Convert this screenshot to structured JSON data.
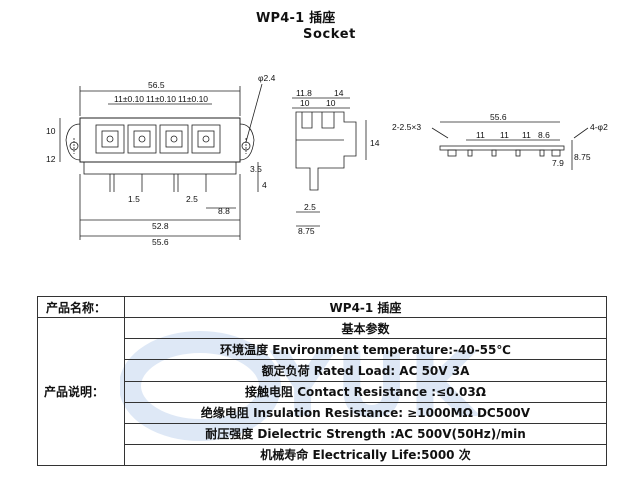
{
  "title": "WP4-1 插座",
  "subtitle": "Socket",
  "drawing": {
    "dims_front": [
      "56.5",
      "11±0.10",
      "11±0.10",
      "11±0.10",
      "10",
      "12",
      "1.5",
      "2.5",
      "8.8",
      "3.5",
      "4",
      "52.8",
      "55.6",
      "φ2.4"
    ],
    "dims_side": [
      "11.8",
      "10",
      "10",
      "14",
      "14",
      "2.5",
      "8.75"
    ],
    "dims_pcb": [
      "2-2.5×3",
      "4-φ2",
      "55.6",
      "11",
      "11",
      "11",
      "8.6",
      "7.9",
      "8.75"
    ]
  },
  "table": {
    "row1_label": "产品名称：",
    "row1_value": "WP4-1 插座",
    "section_label": "产品说明：",
    "specs": [
      "基本参数",
      "环境温度 Environment temperature:-40-55℃",
      "额定负荷 Rated Load:   AC 50V 3A",
      "接触电阻 Contact Resistance :≤0.03Ω",
      "绝缘电阻 Insulation Resistance: ≥1000MΩ DC500V",
      "耐压强度 Dielectric Strength :AC 500V(50Hz)/min",
      "机械寿命 Electrically Life:5000 次"
    ]
  },
  "colors": {
    "watermark": "#c8d8f0",
    "line": "#222222"
  }
}
